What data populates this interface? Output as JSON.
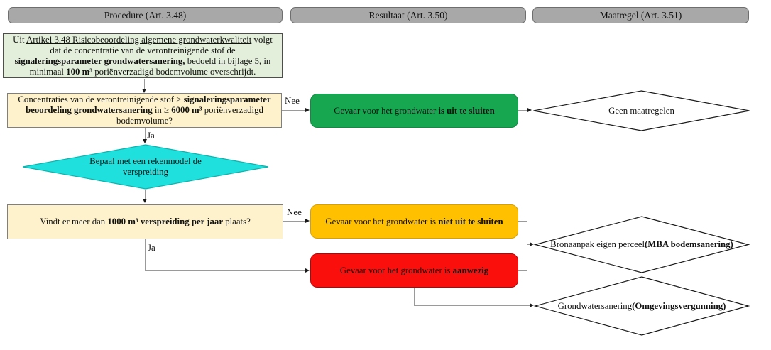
{
  "colors": {
    "page_bg": "#ffffff",
    "text": "#111111",
    "header_bg": "#a8a8a8",
    "header_border": "#6e6e6e",
    "intro_bg": "#e3efdb",
    "intro_border": "#4d4d4d",
    "question_bg": "#fdf2cc",
    "question_border": "#7f7f7f",
    "decision_bg": "#1fe0dc",
    "decision_border": "#0db3ae",
    "result_green": "#17a751",
    "result_green_border": "#118a42",
    "result_orange": "#ffc000",
    "result_orange_border": "#d89f00",
    "result_red": "#fb0f0c",
    "result_red_border": "#c00000",
    "diamond_fill": "#ffffff",
    "diamond_border": "#1a1a1a",
    "line": "#9a9a9a",
    "arrow": "#1a1a1a"
  },
  "headers": {
    "procedure": "Procedure (Art. 3.48)",
    "resultaat": "Resultaat (Art. 3.50)",
    "maatregel": "Maatregel (Art. 3.51)"
  },
  "nodes": {
    "intro": {
      "segments": [
        {
          "t": "Uit "
        },
        {
          "t": "Artikel 3.48 Risicobeoordeling algemene grondwaterkwaliteit",
          "u": true
        },
        {
          "t": " volgt dat de concentratie van de verontreinigende stof de "
        },
        {
          "t": "signaleringsparameter grondwatersanering,",
          "b": true
        },
        {
          "t": " "
        },
        {
          "t": "bedoeld in bijlage 5,",
          "u": true
        },
        {
          "t": " in minimaal "
        },
        {
          "t": "100 m³",
          "b": true
        },
        {
          "t": " poriënverzadigd bodemvolume overschrijdt."
        }
      ]
    },
    "question_volume": {
      "segments": [
        {
          "t": "Concentraties van de verontreinigende stof > "
        },
        {
          "t": "signaleringsparameter beoordeling grondwatersanering",
          "b": true
        },
        {
          "t": " in ≥ "
        },
        {
          "t": "6000 m³",
          "b": true
        },
        {
          "t": " poriënverzadigd bodemvolume?"
        }
      ]
    },
    "decision_model": {
      "segments": [
        {
          "t": "Bepaal met een rekenmodel de verspreiding"
        }
      ]
    },
    "question_spread": {
      "segments": [
        {
          "t": "Vindt er meer dan "
        },
        {
          "t": "1000 m³ verspreiding per jaar",
          "b": true
        },
        {
          "t": " plaats?"
        }
      ]
    },
    "result_excluded": {
      "segments": [
        {
          "t": "Gevaar voor het grondwater "
        },
        {
          "t": "is uit te sluiten",
          "b": true
        }
      ]
    },
    "result_not_excluded": {
      "segments": [
        {
          "t": "Gevaar voor het grondwater is "
        },
        {
          "t": "niet uit te sluiten",
          "b": true
        }
      ]
    },
    "result_present": {
      "segments": [
        {
          "t": "Gevaar voor het grondwater is "
        },
        {
          "t": "aanwezig",
          "b": true
        }
      ]
    },
    "measure_none": {
      "segments": [
        {
          "t": "Geen maatregelen"
        }
      ]
    },
    "measure_source": {
      "segments": [
        {
          "t": "Bronaanpak eigen perceel"
        },
        {
          "br": true
        },
        {
          "t": "(MBA bodemsanering)",
          "b": true
        }
      ]
    },
    "measure_sanitation": {
      "segments": [
        {
          "t": "Grondwatersanering"
        },
        {
          "br": true
        },
        {
          "t": "(Omgevingsvergunning)",
          "b": true
        }
      ]
    }
  },
  "edge_labels": {
    "q1_no": "Nee",
    "q1_yes": "Ja",
    "q2_no": "Nee",
    "q2_yes": "Ja"
  }
}
